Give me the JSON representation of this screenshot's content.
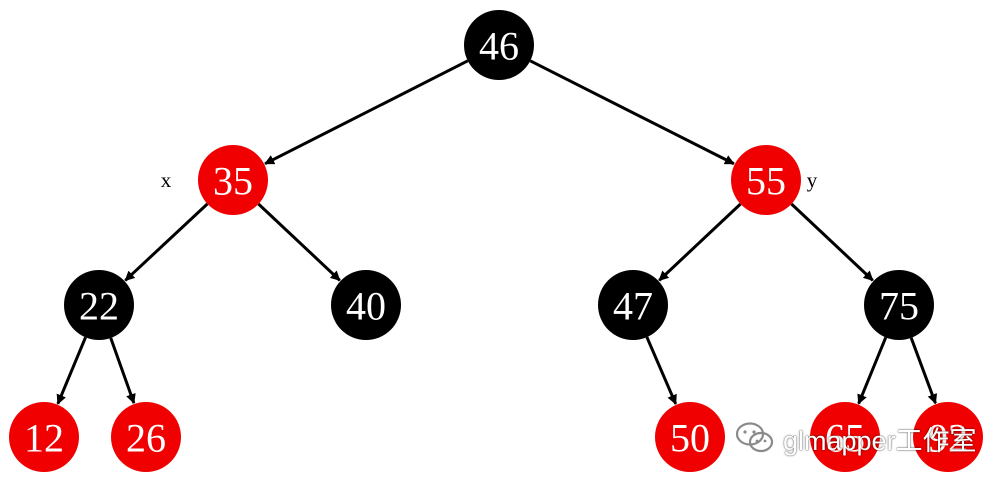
{
  "tree": {
    "nodes": [
      {
        "id": "n46",
        "label": "46",
        "color": "#000000"
      },
      {
        "id": "n35",
        "label": "35",
        "color": "#f00000"
      },
      {
        "id": "n55",
        "label": "55",
        "color": "#f00000"
      },
      {
        "id": "n22",
        "label": "22",
        "color": "#000000"
      },
      {
        "id": "n40",
        "label": "40",
        "color": "#000000"
      },
      {
        "id": "n47",
        "label": "47",
        "color": "#000000"
      },
      {
        "id": "n75",
        "label": "75",
        "color": "#000000"
      },
      {
        "id": "n12",
        "label": "12",
        "color": "#f00000"
      },
      {
        "id": "n26",
        "label": "26",
        "color": "#f00000"
      },
      {
        "id": "n50",
        "label": "50",
        "color": "#f00000"
      },
      {
        "id": "n65",
        "label": "65",
        "color": "#f00000"
      },
      {
        "id": "n92",
        "label": "92",
        "color": "#f00000"
      }
    ],
    "edges": [
      [
        "n46",
        "n35"
      ],
      [
        "n46",
        "n55"
      ],
      [
        "n35",
        "n22"
      ],
      [
        "n35",
        "n40"
      ],
      [
        "n55",
        "n47"
      ],
      [
        "n55",
        "n75"
      ],
      [
        "n22",
        "n12"
      ],
      [
        "n22",
        "n26"
      ],
      [
        "n47",
        "n50"
      ],
      [
        "n75",
        "n65"
      ],
      [
        "n75",
        "n92"
      ]
    ],
    "side_labels": [
      {
        "id": "x",
        "text": "x",
        "node": "n35"
      },
      {
        "id": "y",
        "text": "y",
        "node": "n55"
      }
    ]
  },
  "watermark": {
    "text": "glmapper工作室",
    "icon": "wechat-icon"
  }
}
